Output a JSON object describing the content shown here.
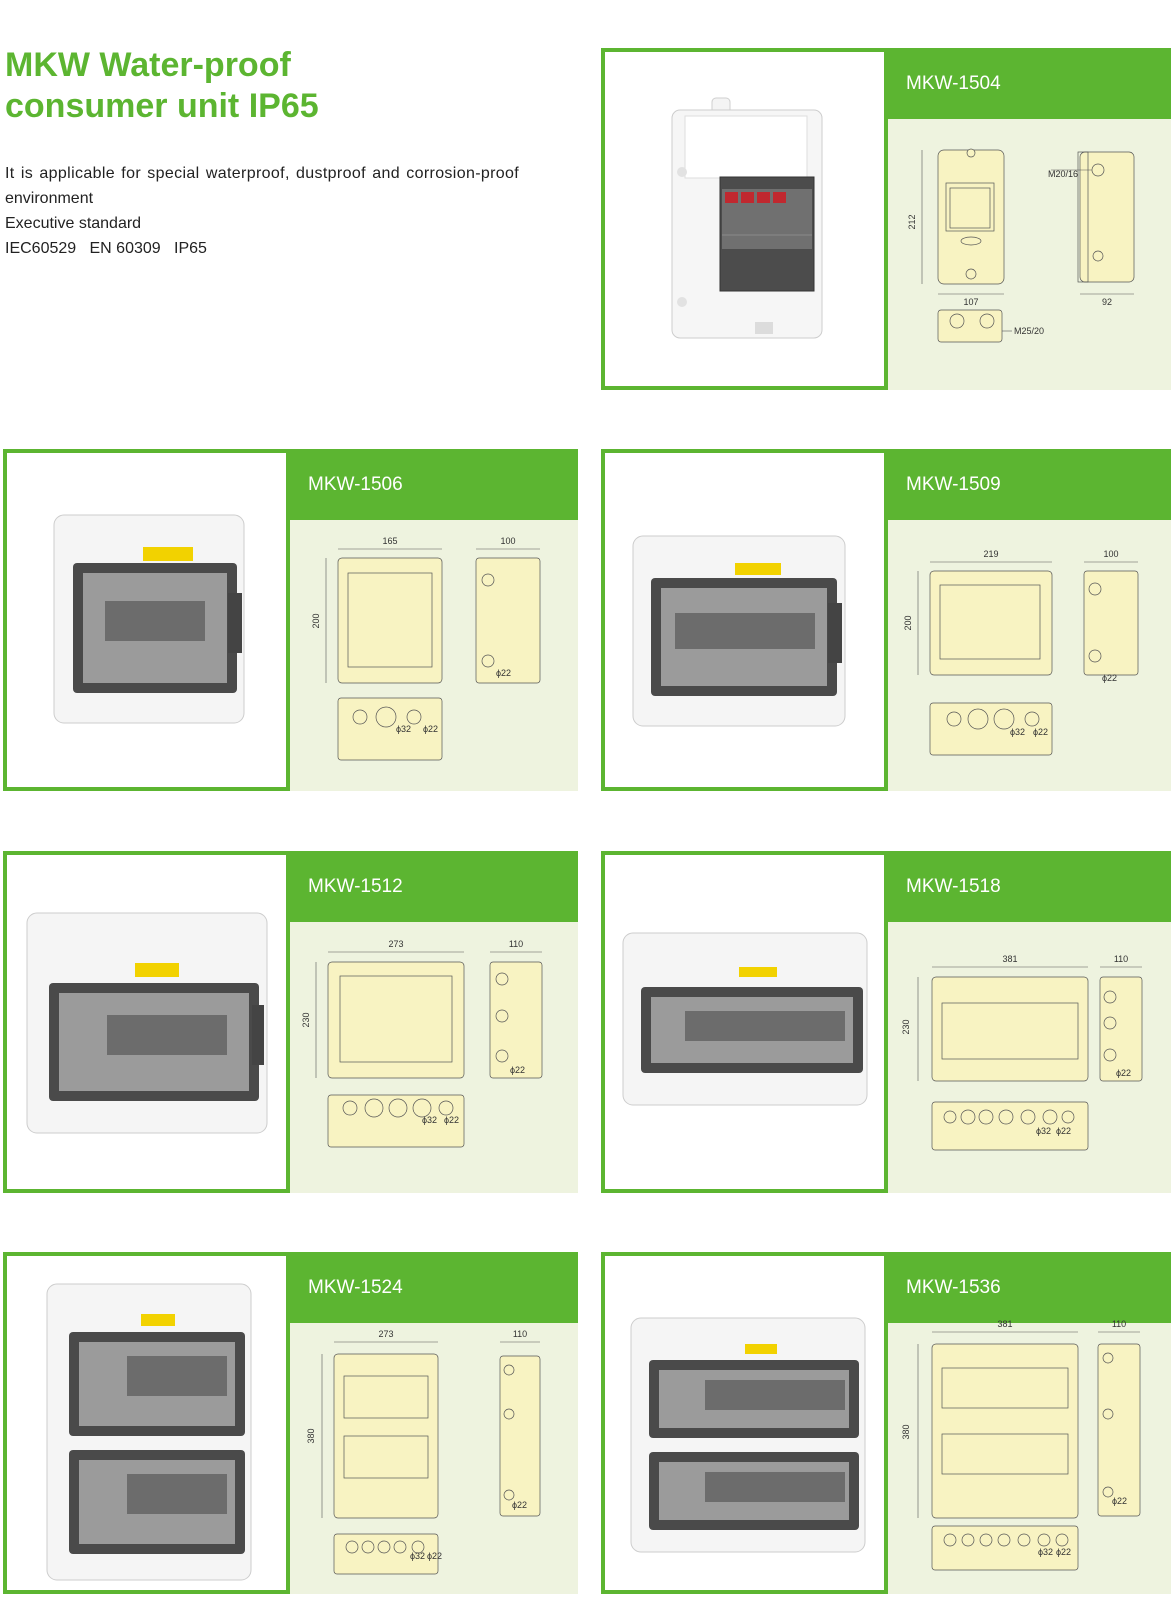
{
  "header": {
    "title_line1": "MKW Water-proof",
    "title_line2": "consumer unit IP65",
    "desc_line1": "It is applicable for special waterproof, dustproof and corrosion-proof",
    "desc_line2": "environment",
    "desc_line3": "Executive standard",
    "desc_line4": "IEC60529   EN 60309   IP65"
  },
  "colors": {
    "brand_green": "#5cb531",
    "panel_bg": "#eef3df",
    "drawing_fill": "#f8f3c2"
  },
  "products": [
    {
      "model": "MKW-1504",
      "dims": {
        "height": "212",
        "width": "107",
        "depth": "92",
        "gland_top": "M20/16",
        "gland_bottom": "M25/20"
      }
    },
    {
      "model": "MKW-1506",
      "dims": {
        "width": "165",
        "depth": "100",
        "height": "200",
        "hole_large": "ϕ32",
        "hole_small": "ϕ22",
        "side_hole": "ϕ22"
      }
    },
    {
      "model": "MKW-1509",
      "dims": {
        "width": "219",
        "depth": "100",
        "height": "200",
        "hole_large": "ϕ32",
        "hole_small": "ϕ22",
        "side_hole": "ϕ22"
      }
    },
    {
      "model": "MKW-1512",
      "dims": {
        "width": "273",
        "depth": "110",
        "height": "230",
        "hole_large": "ϕ32",
        "hole_small": "ϕ22",
        "side_hole": "ϕ22"
      }
    },
    {
      "model": "MKW-1518",
      "dims": {
        "width": "381",
        "depth": "110",
        "height": "230",
        "hole_large": "ϕ32",
        "hole_small": "ϕ22",
        "side_hole": "ϕ22"
      }
    },
    {
      "model": "MKW-1524",
      "dims": {
        "width": "273",
        "depth": "110",
        "height": "380",
        "hole_large": "ϕ32",
        "hole_small": "ϕ22",
        "side_hole": "ϕ22"
      }
    },
    {
      "model": "MKW-1536",
      "dims": {
        "width": "381",
        "depth": "110",
        "height": "380",
        "hole_large": "ϕ32",
        "hole_small": "ϕ22",
        "side_hole": "ϕ22"
      }
    }
  ]
}
